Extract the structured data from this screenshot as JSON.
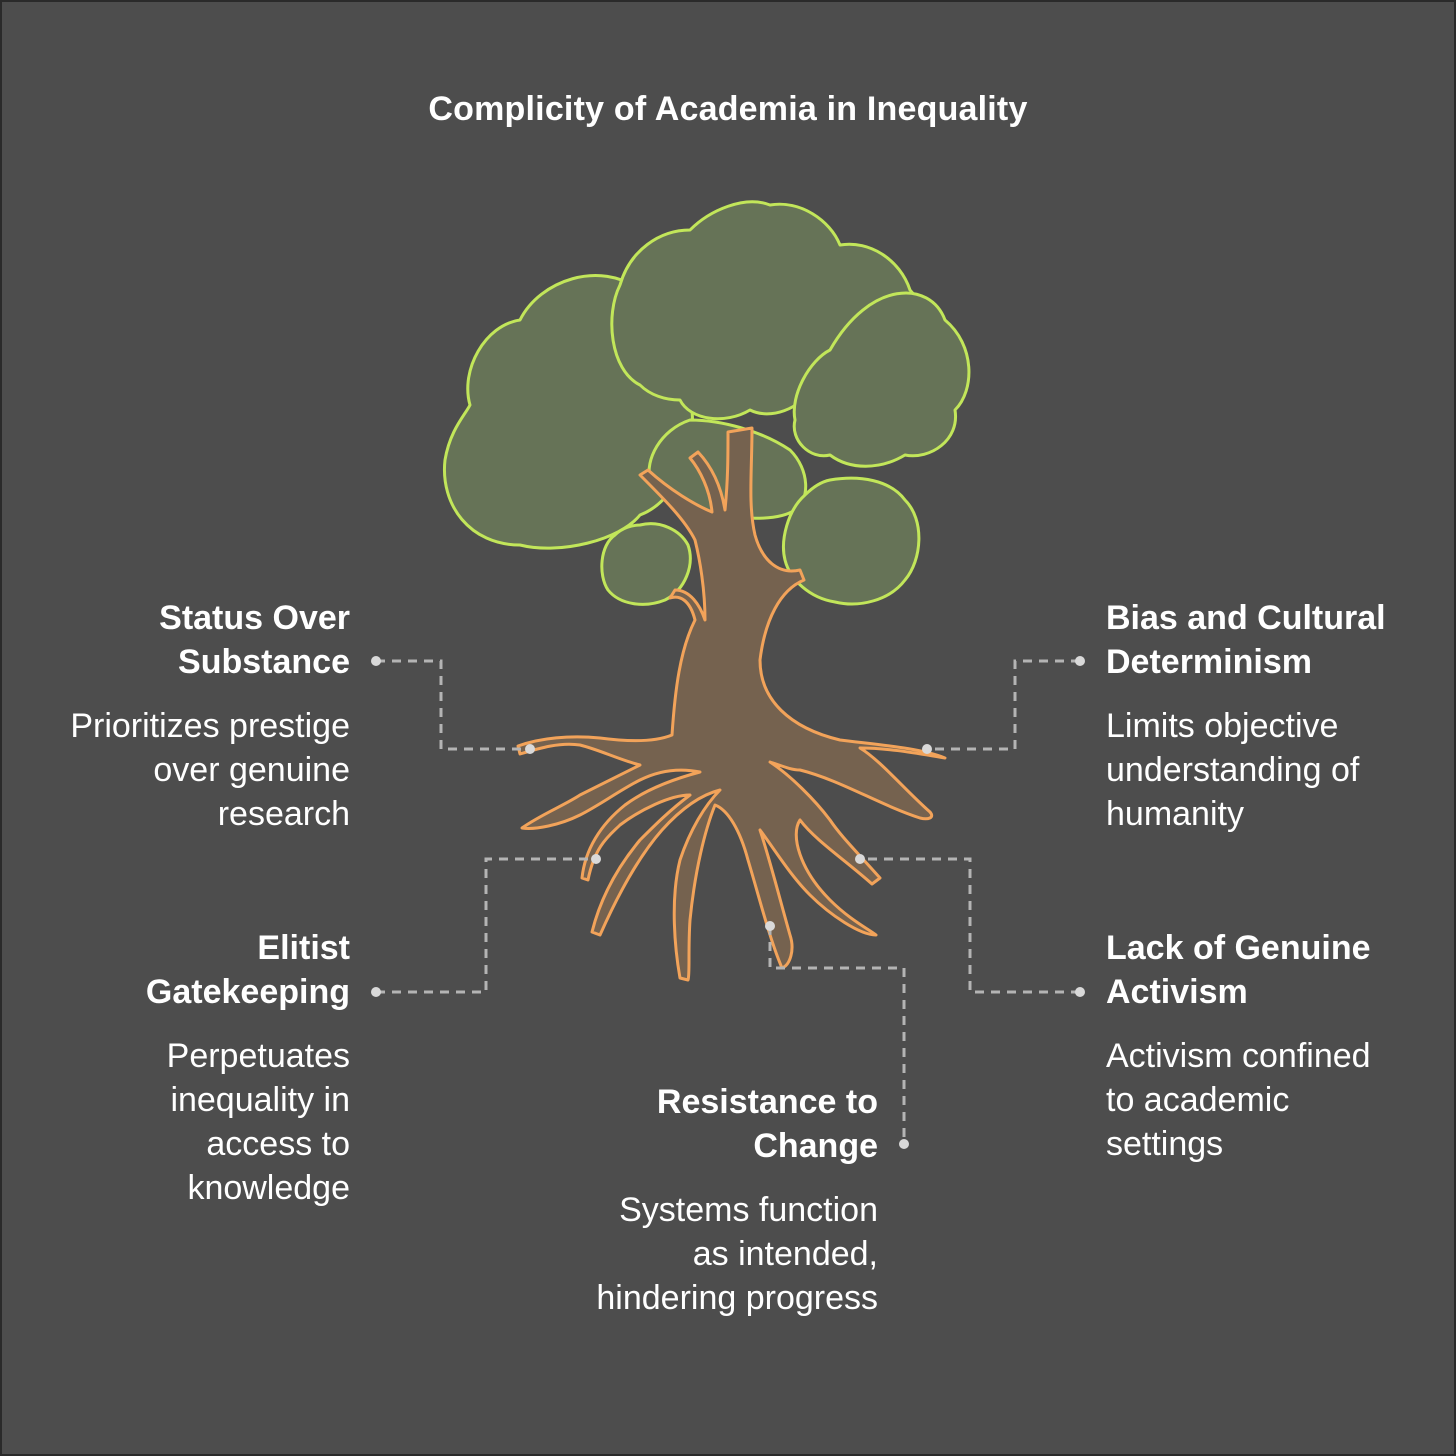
{
  "title": "Complicity of Academia in Inequality",
  "items": [
    {
      "heading": "Status Over Substance",
      "description": "Prioritizes prestige over genuine research"
    },
    {
      "heading": "Bias and Cultural Determinism",
      "description": "Limits objective understanding of humanity"
    },
    {
      "heading": "Elitist Gatekeeping",
      "description": "Perpetuates inequality in access to knowledge"
    },
    {
      "heading": "Lack of Genuine Activism",
      "description": "Activism confined to academic settings"
    },
    {
      "heading": "Resistance to Change",
      "description": "Systems function as intended, hindering progress"
    }
  ],
  "colors": {
    "background": "#4d4d4d",
    "foliage_fill": "#667357",
    "foliage_stroke": "#c2e65a",
    "trunk_fill": "#75624f",
    "trunk_stroke": "#f2a35a",
    "connector": "#b4b4b4",
    "text": "#ffffff"
  },
  "icons": [
    "tree-icon"
  ]
}
